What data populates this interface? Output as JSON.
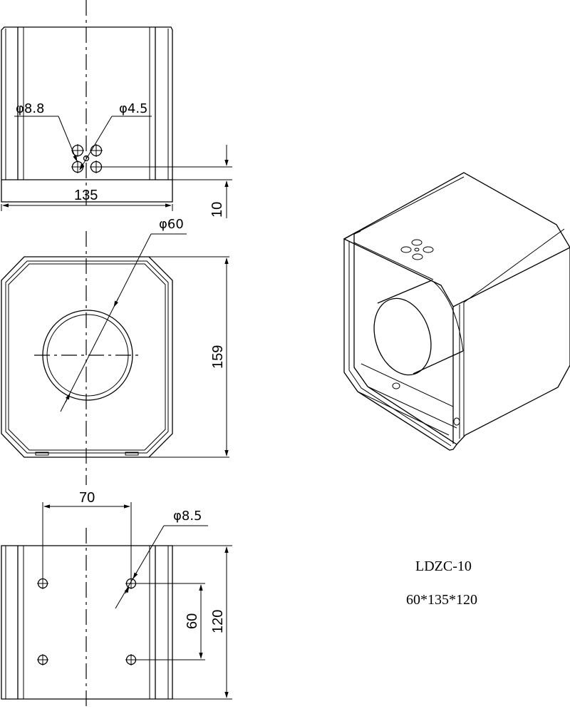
{
  "front_view": {
    "hole_large_label": "φ8.8",
    "hole_small_label": "φ4.5",
    "width_label": "135",
    "height_label": "10"
  },
  "side_view": {
    "pipe_label": "φ60",
    "height_label": "159"
  },
  "bottom_view": {
    "spacing_x_label": "70",
    "hole_label": "φ8.5",
    "spacing_y_label": "60",
    "height_label": "120"
  },
  "title_block": {
    "model": "LDZC-10",
    "size": "60*135*120"
  }
}
